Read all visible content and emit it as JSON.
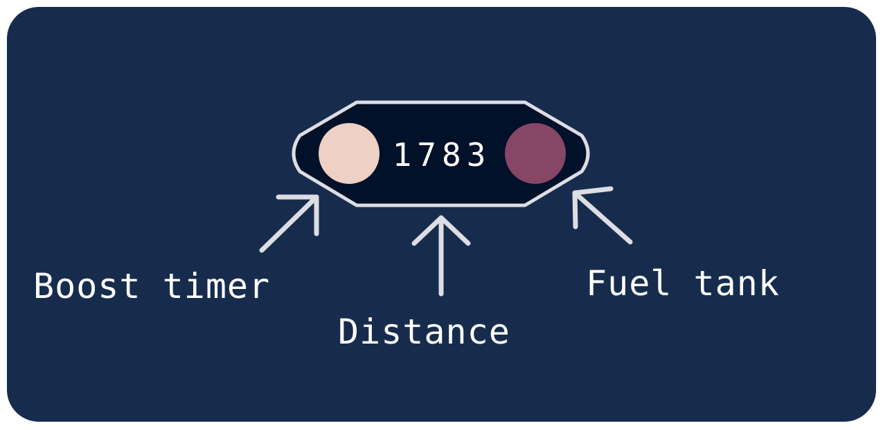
{
  "hud": {
    "distance_value": "1783",
    "boost_indicator_color": "#efd0c4",
    "fuel_indicator_color": "#874666",
    "capsule_color": "#02112a",
    "capsule_border_color": "#dddde4"
  },
  "labels": {
    "boost": "Boost timer",
    "distance": "Distance",
    "fuel": "Fuel tank"
  },
  "colors": {
    "background": "#172c4d",
    "arrow": "#dddde4",
    "text": "#ffffff"
  },
  "icons": {
    "boost_arrow": "arrow-up-right-icon",
    "distance_arrow": "arrow-up-icon",
    "fuel_arrow": "arrow-up-left-icon"
  }
}
